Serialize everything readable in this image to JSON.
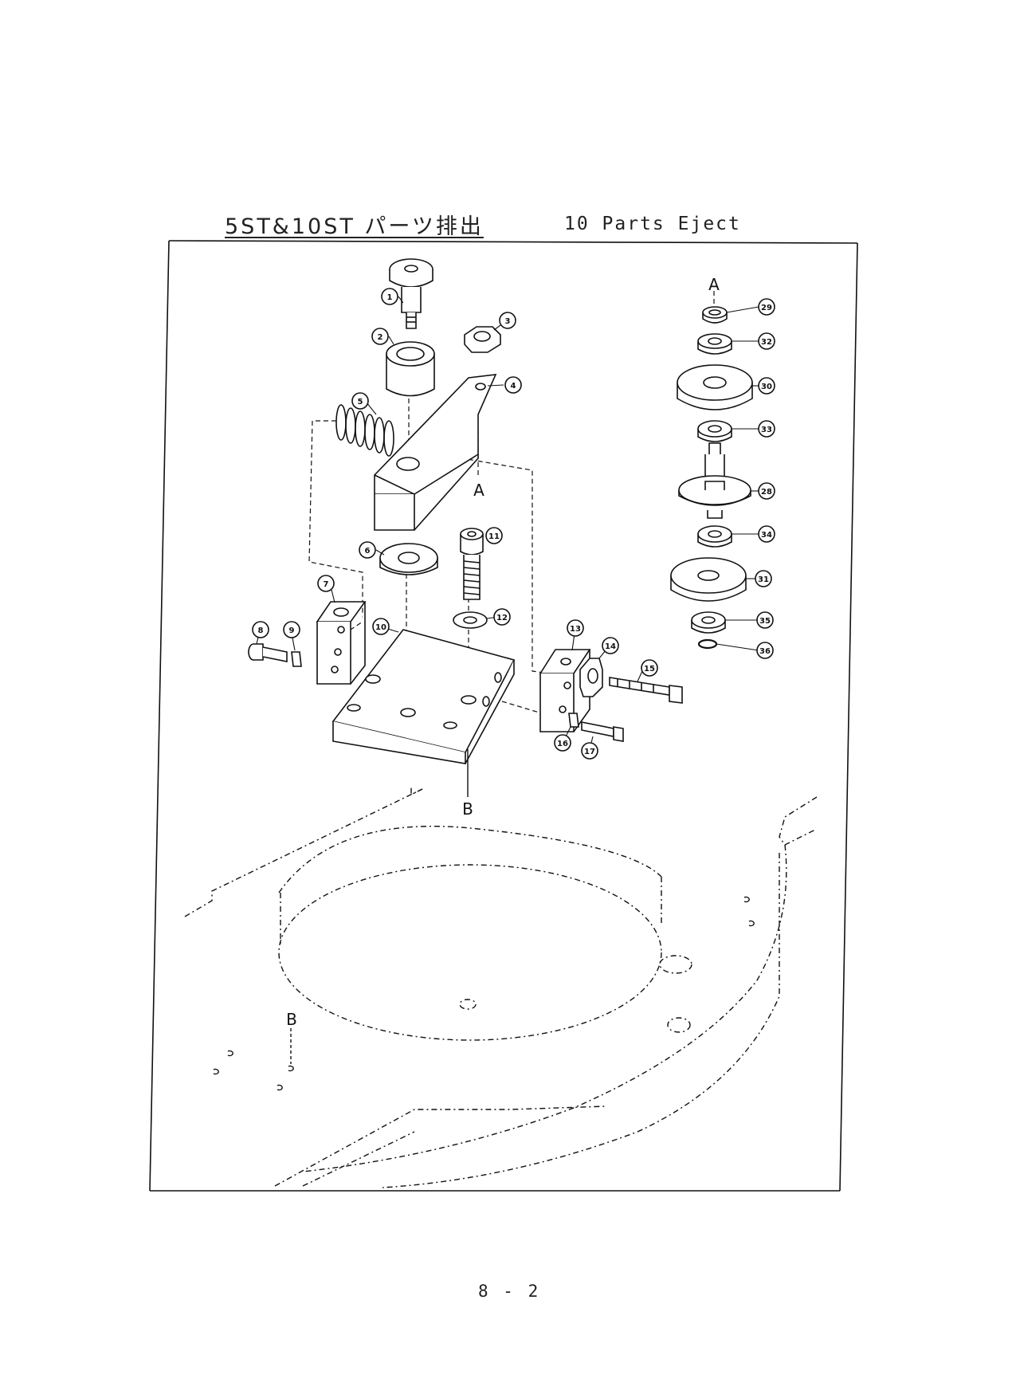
{
  "header": {
    "title_jp": "5ST&10ST パーツ排出",
    "title_en": "10 Parts Eject"
  },
  "footer": {
    "page_number": "8 - 2"
  },
  "diagram": {
    "stroke_color": "#111111",
    "callouts": [
      "1",
      "2",
      "3",
      "4",
      "5",
      "6",
      "7",
      "8",
      "9",
      "10",
      "11",
      "12",
      "13",
      "14",
      "15",
      "16",
      "17",
      "29",
      "32",
      "30",
      "33",
      "28",
      "34",
      "31",
      "35",
      "36"
    ],
    "reference_labels": [
      "A",
      "A",
      "B",
      "B"
    ]
  }
}
